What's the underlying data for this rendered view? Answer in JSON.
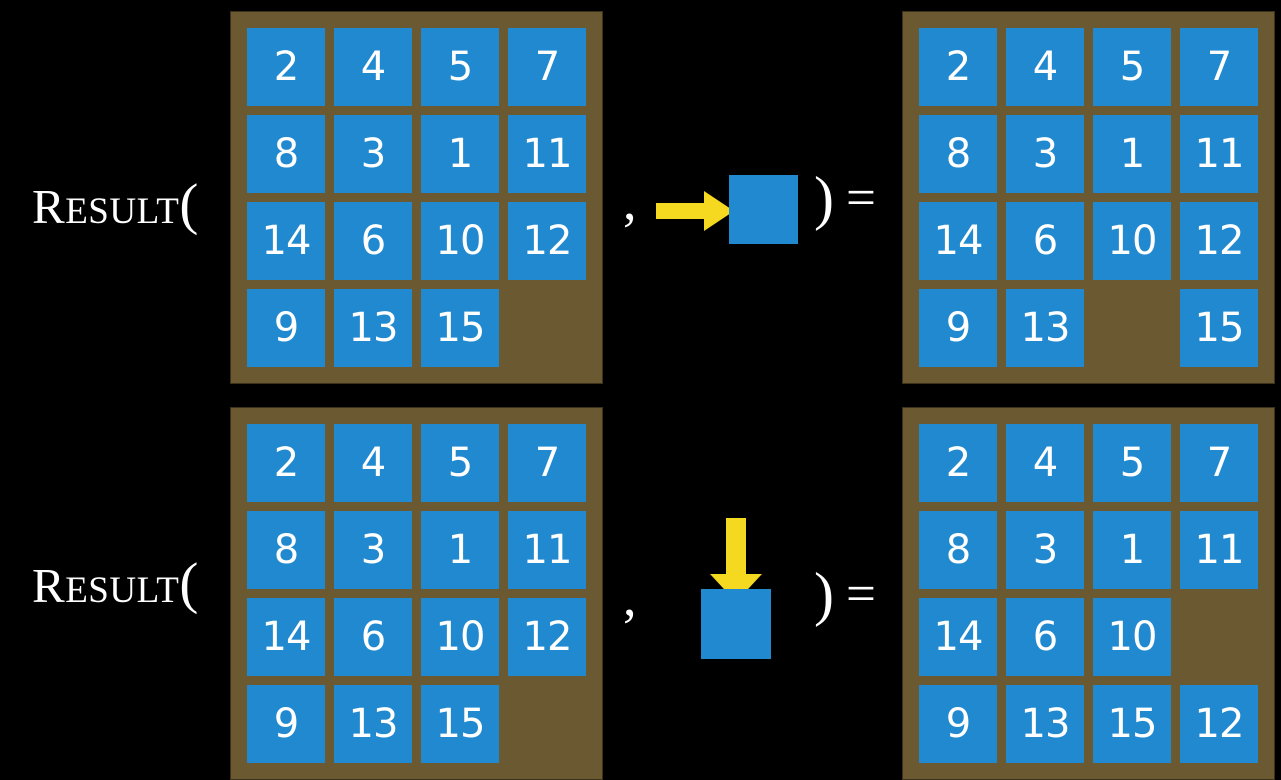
{
  "figure": {
    "background_color": "#000000",
    "tile_color": "#2189cf",
    "board_color": "#6b5932",
    "arrow_color": "#f5d921",
    "text_color": "#ffffff"
  },
  "equations": [
    {
      "label": {
        "first_letter": "R",
        "rest": "ESULT",
        "open_paren": "("
      },
      "comma": ",",
      "close_paren": ")",
      "equals": "=",
      "action": {
        "icon": "arrow-right-icon",
        "direction": "right",
        "tile": "blank-tile"
      },
      "input_board": {
        "rows": [
          [
            "2",
            "4",
            "5",
            "7"
          ],
          [
            "8",
            "3",
            "1",
            "11"
          ],
          [
            "14",
            "6",
            "10",
            "12"
          ],
          [
            "9",
            "13",
            "15",
            ""
          ]
        ]
      },
      "output_board": {
        "rows": [
          [
            "2",
            "4",
            "5",
            "7"
          ],
          [
            "8",
            "3",
            "1",
            "11"
          ],
          [
            "14",
            "6",
            "10",
            "12"
          ],
          [
            "9",
            "13",
            "",
            "15"
          ]
        ]
      }
    },
    {
      "label": {
        "first_letter": "R",
        "rest": "ESULT",
        "open_paren": "("
      },
      "comma": ",",
      "close_paren": ")",
      "equals": "=",
      "action": {
        "icon": "arrow-down-icon",
        "direction": "down",
        "tile": "blank-tile"
      },
      "input_board": {
        "rows": [
          [
            "2",
            "4",
            "5",
            "7"
          ],
          [
            "8",
            "3",
            "1",
            "11"
          ],
          [
            "14",
            "6",
            "10",
            "12"
          ],
          [
            "9",
            "13",
            "15",
            ""
          ]
        ]
      },
      "output_board": {
        "rows": [
          [
            "2",
            "4",
            "5",
            "7"
          ],
          [
            "8",
            "3",
            "1",
            "11"
          ],
          [
            "14",
            "6",
            "10",
            ""
          ],
          [
            "9",
            "13",
            "15",
            "12"
          ]
        ]
      }
    }
  ]
}
